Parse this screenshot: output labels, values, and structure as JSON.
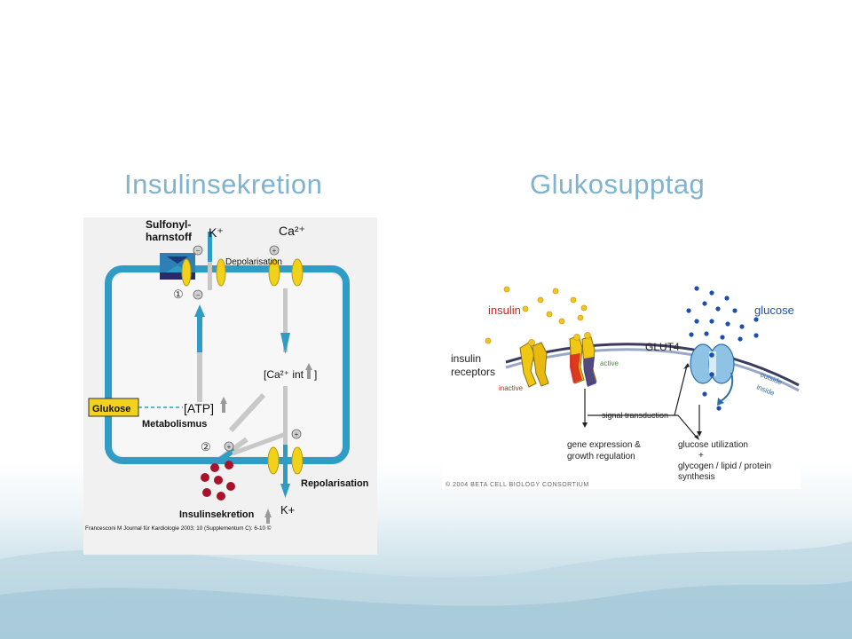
{
  "slide": {
    "left_title": "Insulinsekretion",
    "right_title": "Glukosupptag"
  },
  "left_diagram": {
    "sulfonyl_line1": "Sulfonyl-",
    "sulfonyl_line2": "harnstoff",
    "k_plus": "K⁺",
    "ca2": "Ca²⁺",
    "depolarisation": "Depolarisation",
    "circle_1": "①",
    "ca_int": "[Ca²⁺ int",
    "ca_int_close": "]",
    "glukose": "Glukose",
    "atp": "[ATP]",
    "metabolismus": "Metabolismus",
    "circle_2": "②",
    "repolarisation": "Repolarisation",
    "insulinsekretion": "Insulinsekretion",
    "k_plus_bottom": "K+",
    "citation": "Francesconi M Journal für Kardiologie 2003; 10 (Supplementum C): 6-10 ©",
    "colors": {
      "membrane": "#2f9cc6",
      "channel": "#f1d11a",
      "vesicle": "#a8122b",
      "glukose_box": "#f2d21c"
    }
  },
  "right_diagram": {
    "insulin": "insulin",
    "glucose": "glucose",
    "glut4": "GLUT4",
    "insulin_receptors_line1": "insulin",
    "insulin_receptors_line2": "receptors",
    "inactive": "inactive",
    "active": "active",
    "outside": "outside",
    "inside": "inside",
    "signal_transduction": "signal transduction",
    "gene_expression_line1": "gene expression &",
    "gene_expression_line2": "growth regulation",
    "glucose_utilization_line1": "glucose utilization",
    "glucose_utilization_line2": "+",
    "glucose_utilization_line3": "glycogen / lipid / protein",
    "glucose_utilization_line4": "synthesis",
    "copyright": "© 2004 BETA CELL BIOLOGY CONSORTIUM",
    "colors": {
      "insulin": "#f5c51e",
      "insulin_label": "#d82020",
      "glucose": "#1f4fae",
      "active": "#2aa02a",
      "inactive": "#d82020"
    }
  }
}
